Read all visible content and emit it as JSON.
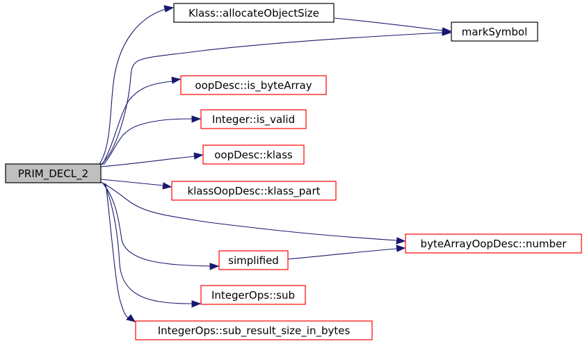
{
  "nodes": {
    "prim_decl_2": "PRIM_DECL_2",
    "klass_allocate_object_size": "Klass::allocateObjectSize",
    "mark_symbol": "markSymbol",
    "oop_desc_is_byte_array": "oopDesc::is_byteArray",
    "integer_is_valid": "Integer::is_valid",
    "oop_desc_klass": "oopDesc::klass",
    "klass_oop_desc_klass_part": "klassOopDesc::klass_part",
    "byte_array_oop_desc_number": "byteArrayOopDesc::number",
    "simplified": "simplified",
    "integer_ops_sub": "IntegerOps::sub",
    "integer_ops_sub_result_size_in_bytes": "IntegerOps::sub_result_size_in_bytes"
  },
  "colors": {
    "edge": "#191970",
    "root_fill": "#bfbfbf",
    "documented_border": "#000000",
    "undocumented_border": "#ff0000"
  }
}
